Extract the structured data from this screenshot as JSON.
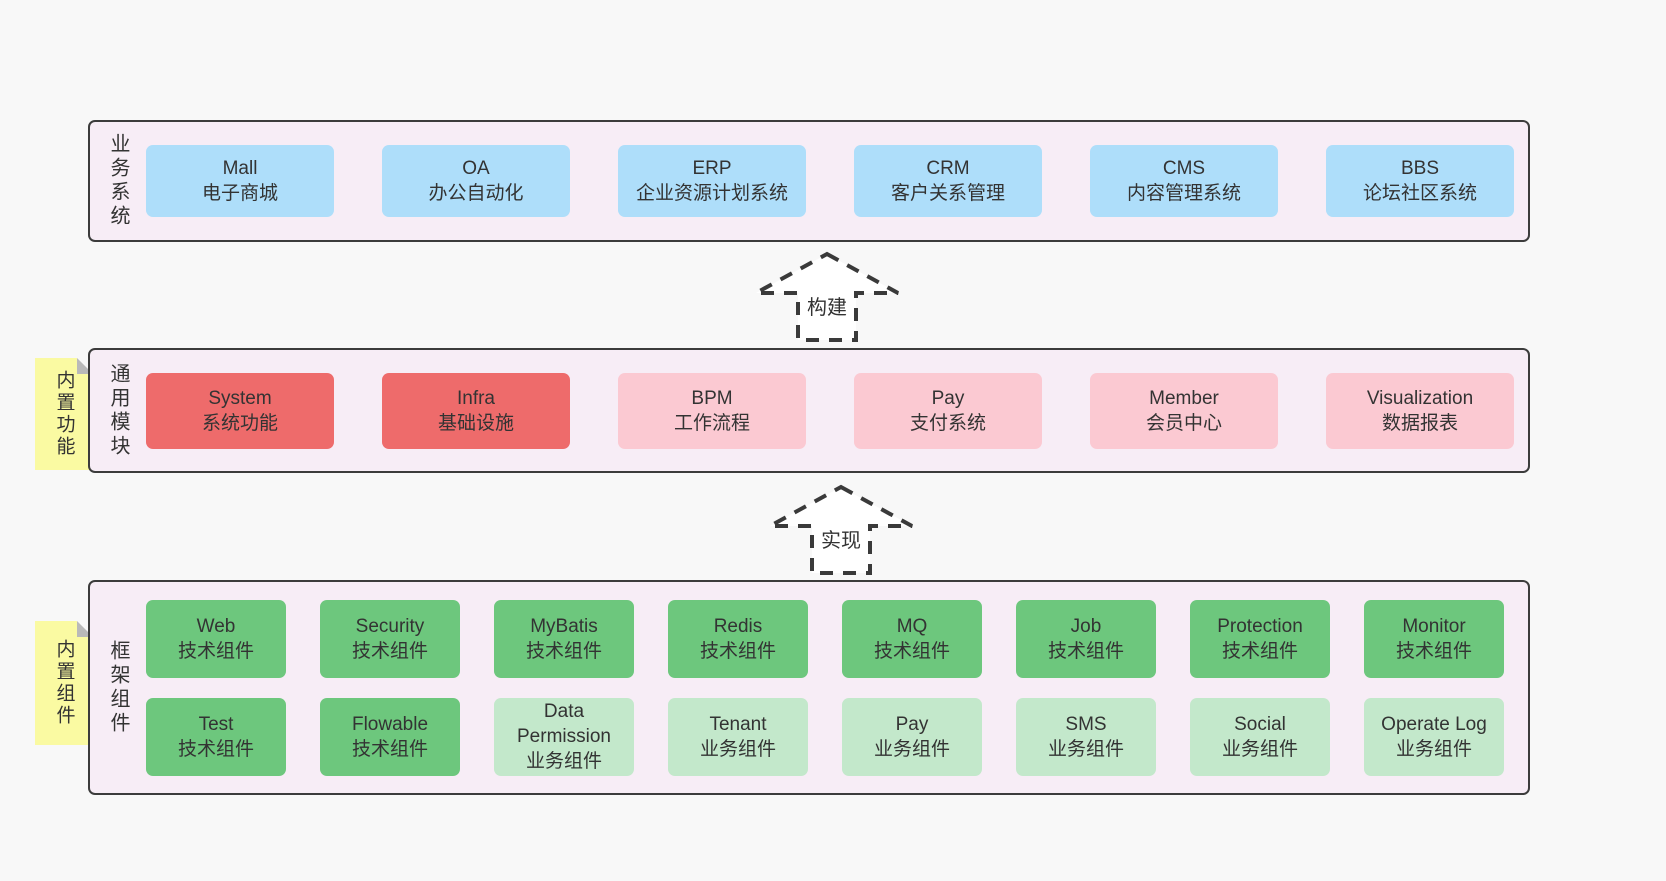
{
  "page": {
    "background": "#f8f8f8"
  },
  "colors": {
    "container_bg": "#f7edf6",
    "container_border": "#3c3c3c",
    "business_box": "#aedefa",
    "core_module_box": "#ee6b6b",
    "extension_module_box": "#fbc9d2",
    "tech_component_box": "#6dc77d",
    "biz_component_box": "#c3e8cb",
    "sticky_note": "#fafaa2",
    "sticky_fold": "#b9b9b9",
    "text": "#333333"
  },
  "arrows": {
    "build": "构建",
    "implement": "实现"
  },
  "stickies": {
    "builtin_features": "内置功能",
    "builtin_components": "内置组件"
  },
  "sections": {
    "business": {
      "label": "业务系统",
      "boxes": [
        {
          "title": "Mall",
          "subtitle": "电子商城"
        },
        {
          "title": "OA",
          "subtitle": "办公自动化"
        },
        {
          "title": "ERP",
          "subtitle": "企业资源计划系统"
        },
        {
          "title": "CRM",
          "subtitle": "客户关系管理"
        },
        {
          "title": "CMS",
          "subtitle": "内容管理系统"
        },
        {
          "title": "BBS",
          "subtitle": "论坛社区系统"
        }
      ]
    },
    "modules": {
      "label": "通用模块",
      "boxes": [
        {
          "title": "System",
          "subtitle": "系统功能",
          "variant": "core"
        },
        {
          "title": "Infra",
          "subtitle": "基础设施",
          "variant": "core"
        },
        {
          "title": "BPM",
          "subtitle": "工作流程",
          "variant": "extension"
        },
        {
          "title": "Pay",
          "subtitle": "支付系统",
          "variant": "extension"
        },
        {
          "title": "Member",
          "subtitle": "会员中心",
          "variant": "extension"
        },
        {
          "title": "Visualization",
          "subtitle": "数据报表",
          "variant": "extension"
        }
      ]
    },
    "framework": {
      "label": "框架组件",
      "row1": [
        {
          "title": "Web",
          "subtitle": "技术组件"
        },
        {
          "title": "Security",
          "subtitle": "技术组件"
        },
        {
          "title": "MyBatis",
          "subtitle": "技术组件"
        },
        {
          "title": "Redis",
          "subtitle": "技术组件"
        },
        {
          "title": "MQ",
          "subtitle": "技术组件"
        },
        {
          "title": "Job",
          "subtitle": "技术组件"
        },
        {
          "title": "Protection",
          "subtitle": "技术组件"
        },
        {
          "title": "Monitor",
          "subtitle": "技术组件"
        }
      ],
      "row2": [
        {
          "title": "Test",
          "subtitle": "技术组件",
          "variant": "tech"
        },
        {
          "title": "Flowable",
          "subtitle": "技术组件",
          "variant": "tech"
        },
        {
          "title": "Data Permission",
          "subtitle": "业务组件",
          "variant": "biz"
        },
        {
          "title": "Tenant",
          "subtitle": "业务组件",
          "variant": "biz"
        },
        {
          "title": "Pay",
          "subtitle": "业务组件",
          "variant": "biz"
        },
        {
          "title": "SMS",
          "subtitle": "业务组件",
          "variant": "biz"
        },
        {
          "title": "Social",
          "subtitle": "业务组件",
          "variant": "biz"
        },
        {
          "title": "Operate Log",
          "subtitle": "业务组件",
          "variant": "biz"
        }
      ]
    }
  }
}
